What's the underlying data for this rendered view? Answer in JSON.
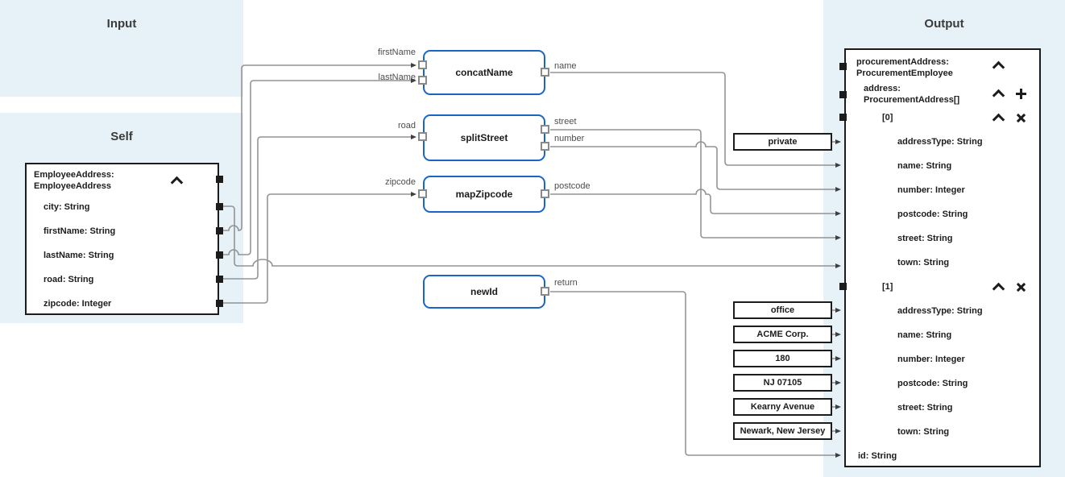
{
  "panels": {
    "input": {
      "title": "Input"
    },
    "self": {
      "title": "Self"
    },
    "output": {
      "title": "Output"
    }
  },
  "self_node": {
    "title_line1": "EmployeeAddress:",
    "title_line2": "EmployeeAddress",
    "fields": [
      "city: String",
      "firstName: String",
      "lastName: String",
      "road: String",
      "zipcode: Integer"
    ]
  },
  "functions": [
    {
      "name": "concatName",
      "inputs": [
        "firstName",
        "lastName"
      ],
      "outputs": [
        "name"
      ]
    },
    {
      "name": "splitStreet",
      "inputs": [
        "road"
      ],
      "outputs": [
        "street",
        "number"
      ]
    },
    {
      "name": "mapZipcode",
      "inputs": [
        "zipcode"
      ],
      "outputs": [
        "postcode"
      ]
    },
    {
      "name": "newId",
      "inputs": [],
      "outputs": [
        "return"
      ]
    }
  ],
  "constants": [
    "private",
    "office",
    "ACME Corp.",
    "180",
    "NJ 07105",
    "Kearny Avenue",
    "Newark, New Jersey"
  ],
  "output_node": {
    "root": {
      "line1": "procurementAddress:",
      "line2": "ProcurementEmployee"
    },
    "address": {
      "line1": "address:",
      "line2": "ProcurementAddress[]"
    },
    "items": [
      {
        "index": "[0]",
        "fields": [
          "addressType: String",
          "name: String",
          "number: Integer",
          "postcode: String",
          "street: String",
          "town: String"
        ]
      },
      {
        "index": "[1]",
        "fields": [
          "addressType: String",
          "name: String",
          "number: Integer",
          "postcode: String",
          "street: String",
          "town: String"
        ]
      }
    ],
    "id_field": "id: String"
  },
  "connections": [
    {
      "from": "Self.city",
      "to": "address[0].town"
    },
    {
      "from": "Self.firstName",
      "to": "concatName.firstName"
    },
    {
      "from": "Self.lastName",
      "to": "concatName.lastName"
    },
    {
      "from": "Self.road",
      "to": "splitStreet.road"
    },
    {
      "from": "Self.zipcode",
      "to": "mapZipcode.zipcode"
    },
    {
      "from": "concatName.name",
      "to": "address[0].name"
    },
    {
      "from": "splitStreet.street",
      "to": "address[0].street"
    },
    {
      "from": "splitStreet.number",
      "to": "address[0].number"
    },
    {
      "from": "mapZipcode.postcode",
      "to": "address[0].postcode"
    },
    {
      "from": "newId.return",
      "to": "id"
    },
    {
      "from": "constant.private",
      "to": "address[0].addressType"
    },
    {
      "from": "constant.office",
      "to": "address[1].addressType"
    },
    {
      "from": "constant.ACME Corp.",
      "to": "address[1].name"
    },
    {
      "from": "constant.180",
      "to": "address[1].number"
    },
    {
      "from": "constant.NJ 07105",
      "to": "address[1].postcode"
    },
    {
      "from": "constant.Kearny Avenue",
      "to": "address[1].street"
    },
    {
      "from": "constant.Newark, New Jersey",
      "to": "address[1].town"
    }
  ],
  "colors": {
    "panel_bg": "#e7f1f8",
    "node_border": "#1c1c1c",
    "function_border": "#1b65c4",
    "edge": "#949494",
    "arrow": "#3f3f3f",
    "text": "#1c1c1c",
    "port_label": "#4d4d4d"
  }
}
